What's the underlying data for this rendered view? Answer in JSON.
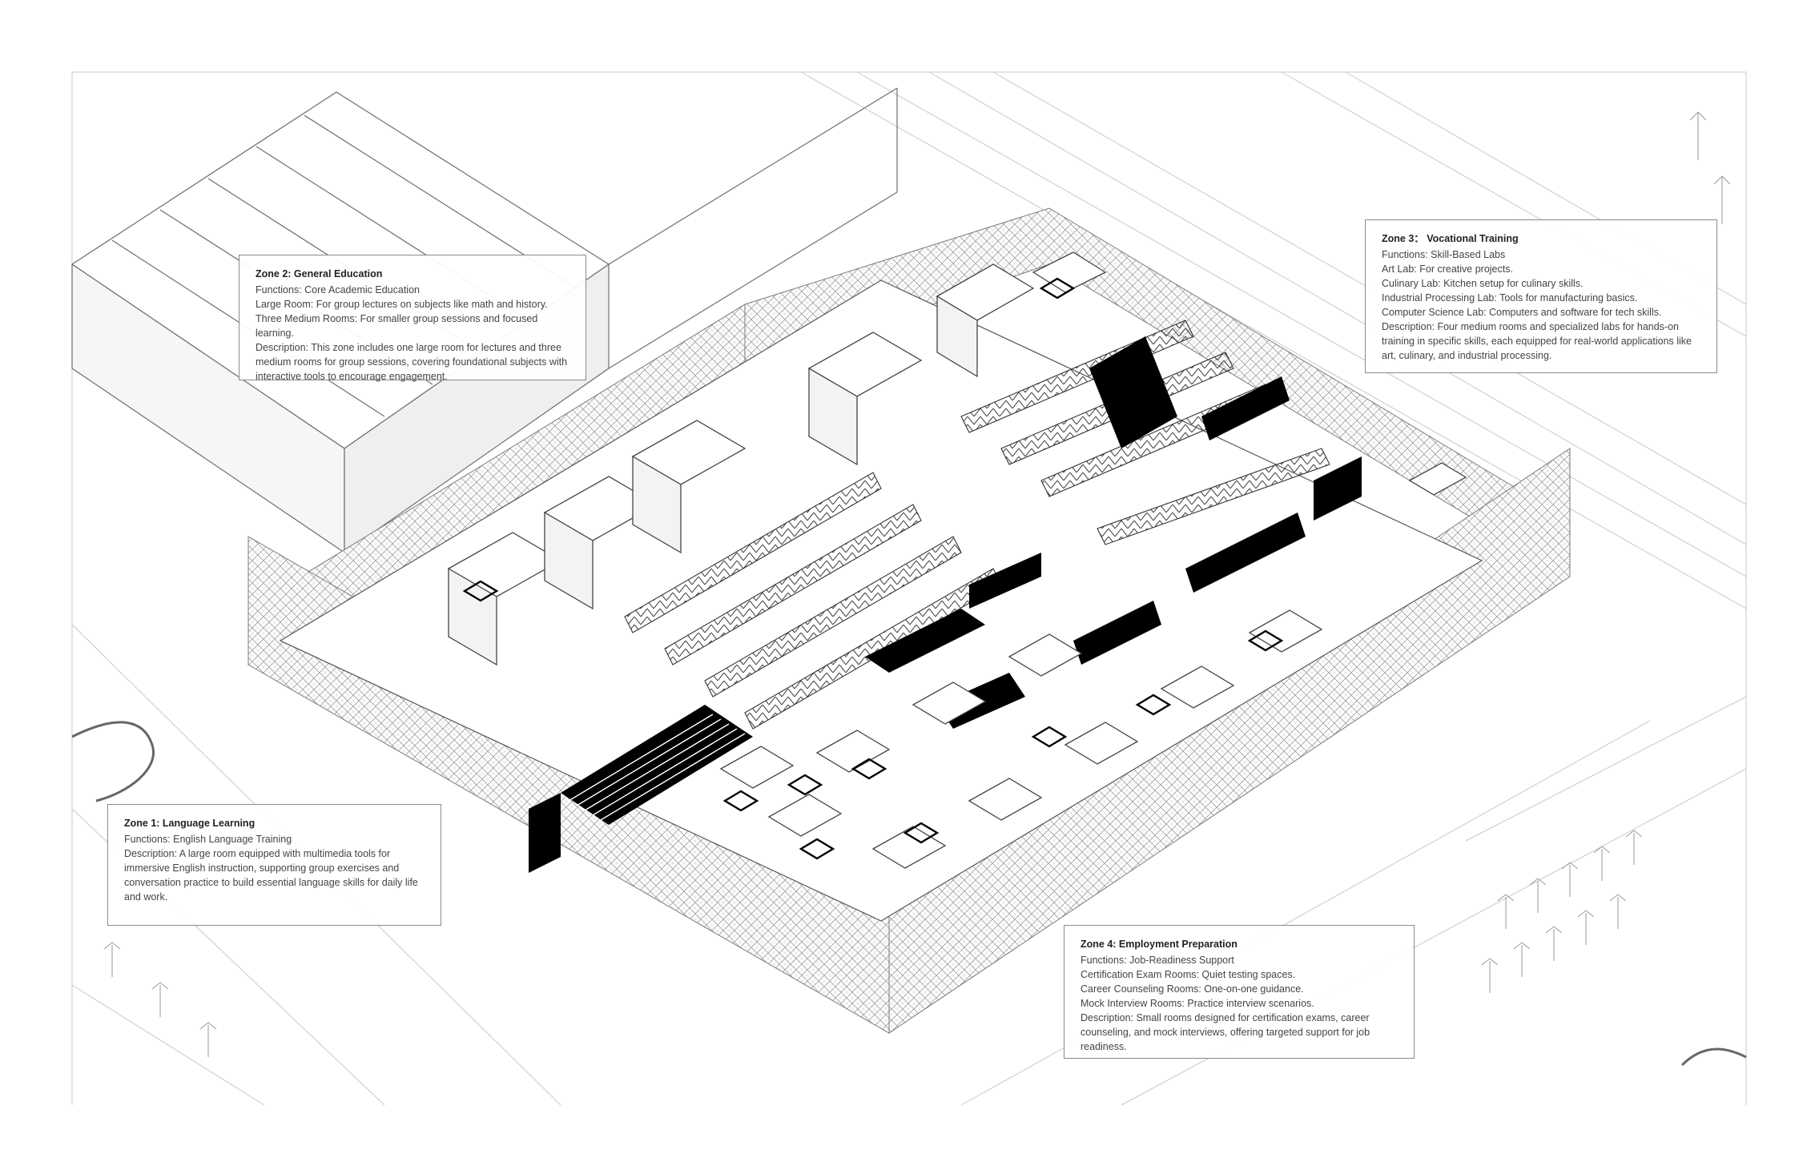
{
  "colors": {
    "ink": "#222222",
    "line": "#8a8a8a",
    "solid": "#000000",
    "paper": "#ffffff"
  },
  "zones": {
    "zone2": {
      "title": "Zone  2: General Education",
      "lines": [
        "Functions: Core Academic Education",
        "Large Room: For group lectures on subjects like math and history.",
        "Three Medium Rooms: For smaller group sessions and focused learning.",
        "Description: This zone includes one large room for lectures and three",
        "medium rooms for group sessions, covering foundational subjects with",
        "interactive tools to encourage engagement."
      ]
    },
    "zone3": {
      "title": "Zone 3： Vocational Training",
      "lines": [
        "Functions: Skill-Based Labs",
        "Art Lab: For creative projects.",
        "Culinary Lab: Kitchen setup for culinary skills.",
        "Industrial Processing Lab: Tools for manufacturing basics.",
        "Computer Science Lab: Computers and software for tech skills.",
        "Description: Four medium rooms and specialized labs for hands-on",
        "training in specific skills, each equipped for real-world applications like",
        "art, culinary, and industrial processing."
      ]
    },
    "zone1": {
      "title": "Zone 1: Language Learning",
      "lines": [
        "Functions: English Language Training",
        "Description: A large room equipped with multimedia tools for",
        "immersive English instruction, supporting group exercises and",
        "conversation practice to build essential language skills for daily life",
        "and work."
      ]
    },
    "zone4": {
      "title": "Zone  4: Employment Preparation",
      "lines": [
        "Functions: Job-Readiness Support",
        "Certification Exam Rooms: Quiet testing spaces.",
        "Career Counseling Rooms: One-on-one guidance.",
        "Mock Interview Rooms: Practice interview scenarios.",
        "Description: Small rooms designed for certification exams, career",
        "counseling, and mock interviews, offering targeted support for job",
        "readiness."
      ]
    }
  }
}
